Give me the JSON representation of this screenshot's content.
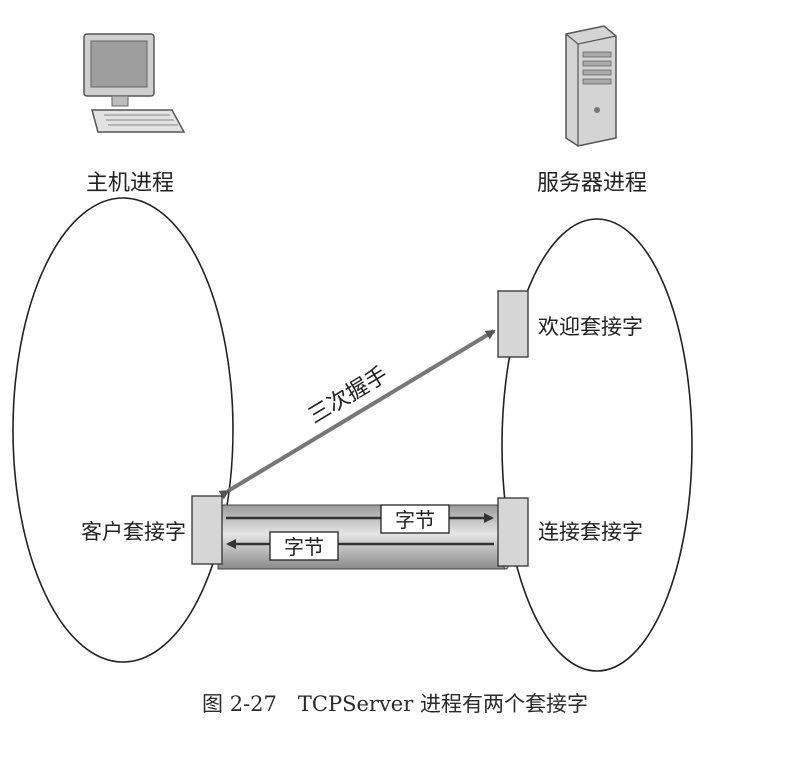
{
  "host": {
    "label": "主机进程"
  },
  "server": {
    "label": "服务器进程"
  },
  "sockets": {
    "welcome": "欢迎套接字",
    "client": "客户套接字",
    "connection": "连接套接字"
  },
  "arrows": {
    "handshake": "三次握手",
    "bytes_right": "字节",
    "bytes_left": "字节"
  },
  "caption": "图 2-27　TCPServer 进程有两个套接字",
  "colors": {
    "line": "#222222",
    "socket_fill": "#d6d6d6",
    "arrow": "#6a6a6a",
    "pipe_dark": "#8a8a8a",
    "pipe_light": "#dedede"
  }
}
